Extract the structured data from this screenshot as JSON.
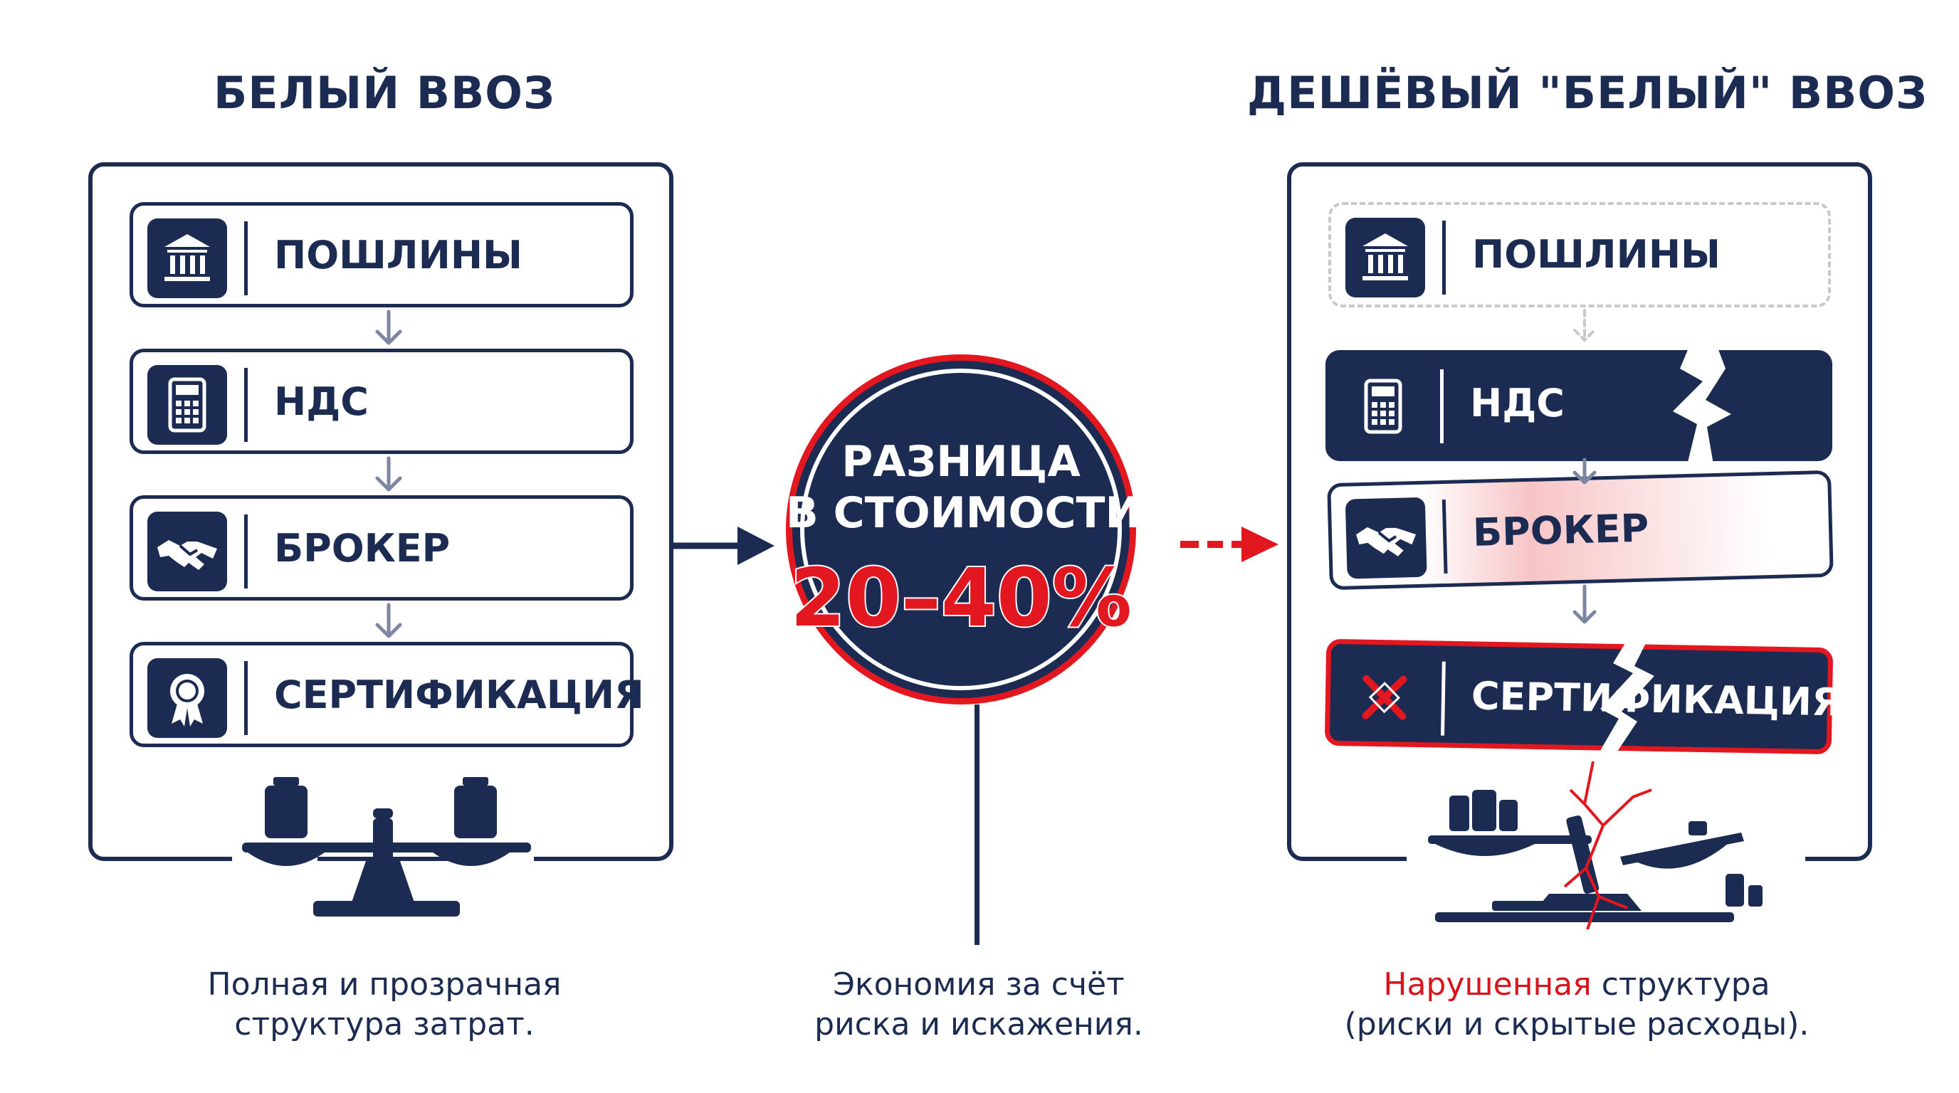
{
  "left": {
    "title": "БЕЛЫЙ ВВОЗ",
    "steps": [
      {
        "label": "ПОШЛИНЫ",
        "icon": "bank-icon"
      },
      {
        "label": "НДС",
        "icon": "calculator-icon"
      },
      {
        "label": "БРОКЕР",
        "icon": "handshake-icon"
      },
      {
        "label": "СЕРТИФИКАЦИЯ",
        "icon": "certificate-icon"
      }
    ],
    "caption_line1": "Полная и прозрачная",
    "caption_line2": "структура затрат."
  },
  "center": {
    "line1": "РАЗНИЦА",
    "line2": "В СТОИМОСТИ",
    "percent": "20–40%",
    "caption_line1": "Экономия за счёт",
    "caption_line2": "риска и искажения."
  },
  "right": {
    "title": "ДЕШЁВЫЙ \"БЕЛЫЙ\" ВВОЗ",
    "steps": [
      {
        "label": "ПОШЛИНЫ",
        "icon": "bank-icon"
      },
      {
        "label": "НДС",
        "icon": "calculator-icon"
      },
      {
        "label": "БРОКЕР",
        "icon": "handshake-icon"
      },
      {
        "label": "СЕРТИФИКАЦИЯ",
        "icon": "cross-icon"
      }
    ],
    "caption_highlight": "Нарушенная",
    "caption_rest": " структура",
    "caption_line2": "(риски и скрытые расходы)."
  },
  "colors": {
    "navy": "#1c2b52",
    "red": "#e3171f",
    "arrow_gray": "#7d86a3"
  }
}
